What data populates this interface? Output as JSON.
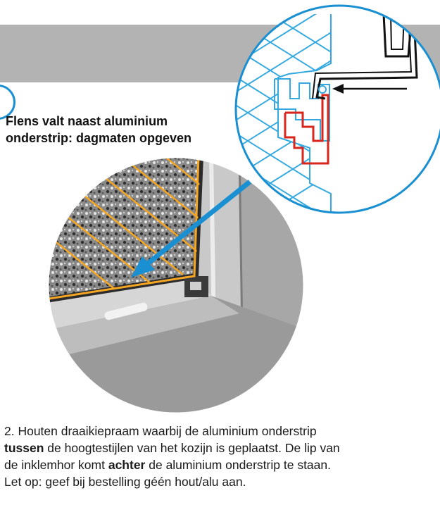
{
  "title": {
    "line1": "Flens valt naast aluminium",
    "line2": "onderstrip: dagmaten opgeven"
  },
  "caption": {
    "line1": "2. Houten draaikiepraam waarbij de aluminium onderstrip",
    "line2_bold": "tussen",
    "line2_rest": " de hoogtestijlen van het kozijn is geplaatst. De lip van",
    "line3_start": "de inklemhor komt ",
    "line3_bold": "achter",
    "line3_rest": " de aluminium onderstrip te staan.",
    "line4": "Let op: geef bij bestelling géén hout/alu aan."
  },
  "colors": {
    "band": "#b3b3b3",
    "accent_blue": "#1a8fd1",
    "hatch_orange": "#f5a623",
    "profile_red": "#d9261c",
    "hatch_cyan": "#33a9e0"
  }
}
